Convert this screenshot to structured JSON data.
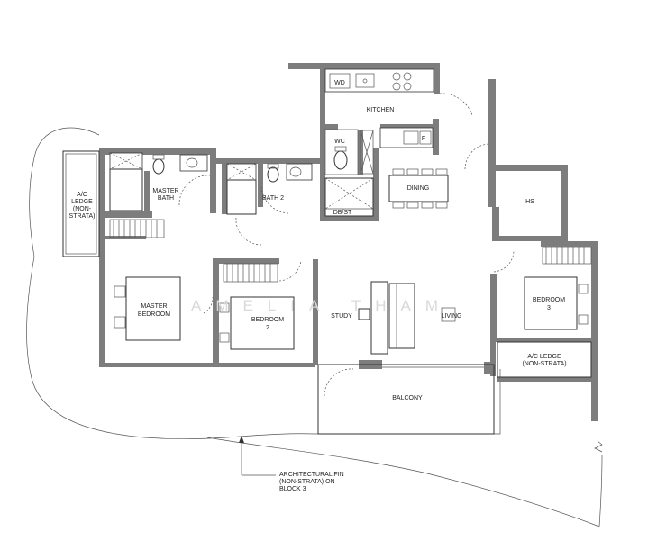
{
  "rooms": {
    "wd": "WD",
    "kitchen": "KITCHEN",
    "wc": "WC",
    "f": "F",
    "hs": "HS",
    "dining": "DINING",
    "db_st": "DB/ST",
    "master_bath_1": "MASTER",
    "master_bath_2": "BATH",
    "bath_2": "BATH 2",
    "ac_ledge_left_1": "A/C",
    "ac_ledge_left_2": "LEDGE",
    "ac_ledge_left_3": "(NON-",
    "ac_ledge_left_4": "STRATA)",
    "master_bedroom_1": "MASTER",
    "master_bedroom_2": "BEDROOM",
    "bedroom_2_1": "BEDROOM",
    "bedroom_2_2": "2",
    "study": "STUDY",
    "living": "LIVING",
    "bedroom_3_1": "BEDROOM",
    "bedroom_3_2": "3",
    "ac_ledge_right_1": "A/C LEDGE",
    "ac_ledge_right_2": "(NON-STRATA)",
    "balcony": "BALCONY"
  },
  "annotation": {
    "line1": "ARCHITECTURAL FIN",
    "line2": "(NON-STRATA) ON",
    "line3": "BLOCK 3"
  },
  "watermark": "AMELIA THAM"
}
